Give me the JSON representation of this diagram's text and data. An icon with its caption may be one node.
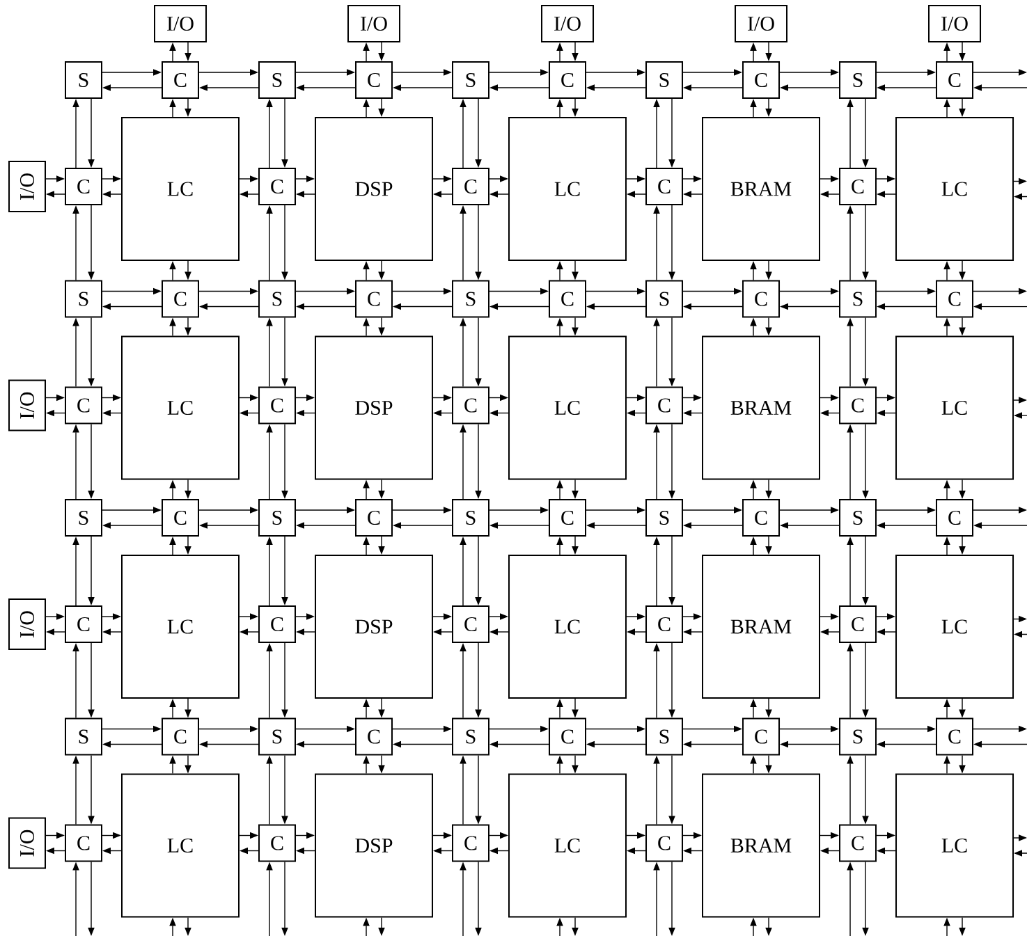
{
  "diagram": {
    "nodes": [
      {
        "text": [
          "I/O"
        ]
      },
      {
        "text": [
          "I/O"
        ]
      },
      {
        "text": [
          "I/O"
        ]
      },
      {
        "text": [
          "I/O"
        ]
      },
      {
        "text": [
          "I/O"
        ]
      },
      {
        "text": [
          "S"
        ]
      },
      {
        "text": [
          "C"
        ]
      },
      {
        "text": [
          "S"
        ]
      },
      {
        "text": [
          "C"
        ]
      },
      {
        "text": [
          "S"
        ]
      },
      {
        "text": [
          "C"
        ]
      },
      {
        "text": [
          "S"
        ]
      },
      {
        "text": [
          "C"
        ]
      },
      {
        "text": [
          "S"
        ]
      },
      {
        "text": [
          "C"
        ]
      },
      {
        "text": [
          "I/O"
        ]
      },
      {
        "text": [
          "C"
        ]
      },
      {
        "text": [
          "LC"
        ]
      },
      {
        "text": [
          "C"
        ]
      },
      {
        "text": [
          "DSP"
        ]
      },
      {
        "text": [
          "C"
        ]
      },
      {
        "text": [
          "LC"
        ]
      },
      {
        "text": [
          "C"
        ]
      },
      {
        "text": [
          "BRAM"
        ]
      },
      {
        "text": [
          "C"
        ]
      },
      {
        "text": [
          "LC"
        ]
      },
      {
        "text": [
          "S"
        ]
      },
      {
        "text": [
          "C"
        ]
      },
      {
        "text": [
          "S"
        ]
      },
      {
        "text": [
          "C"
        ]
      },
      {
        "text": [
          "S"
        ]
      },
      {
        "text": [
          "C"
        ]
      },
      {
        "text": [
          "S"
        ]
      },
      {
        "text": [
          "C"
        ]
      },
      {
        "text": [
          "S"
        ]
      },
      {
        "text": [
          "C"
        ]
      },
      {
        "text": [
          "I/O"
        ]
      },
      {
        "text": [
          "C"
        ]
      },
      {
        "text": [
          "LC"
        ]
      },
      {
        "text": [
          "C"
        ]
      },
      {
        "text": [
          "DSP"
        ]
      },
      {
        "text": [
          "C"
        ]
      },
      {
        "text": [
          "LC"
        ]
      },
      {
        "text": [
          "C"
        ]
      },
      {
        "text": [
          "BRAM"
        ]
      },
      {
        "text": [
          "C"
        ]
      },
      {
        "text": [
          "LC"
        ]
      },
      {
        "text": [
          "S"
        ]
      },
      {
        "text": [
          "C"
        ]
      },
      {
        "text": [
          "S"
        ]
      },
      {
        "text": [
          "C"
        ]
      },
      {
        "text": [
          "S"
        ]
      },
      {
        "text": [
          "C"
        ]
      },
      {
        "text": [
          "S"
        ]
      },
      {
        "text": [
          "C"
        ]
      },
      {
        "text": [
          "S"
        ]
      },
      {
        "text": [
          "C"
        ]
      },
      {
        "text": [
          "I/O"
        ]
      },
      {
        "text": [
          "C"
        ]
      },
      {
        "text": [
          "LC"
        ]
      },
      {
        "text": [
          "C"
        ]
      },
      {
        "text": [
          "DSP"
        ]
      },
      {
        "text": [
          "C"
        ]
      },
      {
        "text": [
          "LC"
        ]
      },
      {
        "text": [
          "C"
        ]
      },
      {
        "text": [
          "BRAM"
        ]
      },
      {
        "text": [
          "C"
        ]
      },
      {
        "text": [
          "LC"
        ]
      },
      {
        "text": [
          "S"
        ]
      },
      {
        "text": [
          "C"
        ]
      },
      {
        "text": [
          "S"
        ]
      },
      {
        "text": [
          "C"
        ]
      },
      {
        "text": [
          "S"
        ]
      },
      {
        "text": [
          "C"
        ]
      },
      {
        "text": [
          "S"
        ]
      },
      {
        "text": [
          "C"
        ]
      },
      {
        "text": [
          "S"
        ]
      },
      {
        "text": [
          "C"
        ]
      },
      {
        "text": [
          "I/O"
        ]
      },
      {
        "text": [
          "C"
        ]
      },
      {
        "text": [
          "LC"
        ]
      },
      {
        "text": [
          "C"
        ]
      },
      {
        "text": [
          "DSP"
        ]
      },
      {
        "text": [
          "C"
        ]
      },
      {
        "text": [
          "LC"
        ]
      },
      {
        "text": [
          "C"
        ]
      },
      {
        "text": [
          "BRAM"
        ]
      },
      {
        "text": [
          "C"
        ]
      },
      {
        "text": [
          "LC"
        ]
      }
    ],
    "edges": [
      {
        "from": 0,
        "to": 6,
        "arrow": "to"
      },
      {
        "from": 6,
        "to": 0,
        "arrow": "to"
      },
      {
        "from": 1,
        "to": 8,
        "arrow": "to"
      },
      {
        "from": 8,
        "to": 1,
        "arrow": "to"
      },
      {
        "from": 2,
        "to": 10,
        "arrow": "to"
      },
      {
        "from": 10,
        "to": 2,
        "arrow": "to"
      },
      {
        "from": 3,
        "to": 12,
        "arrow": "to"
      },
      {
        "from": 12,
        "to": 3,
        "arrow": "to"
      },
      {
        "from": 4,
        "to": 14,
        "arrow": "to"
      },
      {
        "from": 14,
        "to": 4,
        "arrow": "to"
      },
      {
        "from": 5,
        "to": 6,
        "arrow": "to"
      },
      {
        "from": 6,
        "to": 5,
        "arrow": "to"
      },
      {
        "from": 6,
        "to": 7,
        "arrow": "to"
      },
      {
        "from": 7,
        "to": 6,
        "arrow": "to"
      },
      {
        "from": 7,
        "to": 8,
        "arrow": "to"
      },
      {
        "from": 8,
        "to": 7,
        "arrow": "to"
      },
      {
        "from": 8,
        "to": 9,
        "arrow": "to"
      },
      {
        "from": 9,
        "to": 8,
        "arrow": "to"
      },
      {
        "from": 9,
        "to": 10,
        "arrow": "to"
      },
      {
        "from": 10,
        "to": 9,
        "arrow": "to"
      },
      {
        "from": 10,
        "to": 11,
        "arrow": "to"
      },
      {
        "from": 11,
        "to": 10,
        "arrow": "to"
      },
      {
        "from": 11,
        "to": 12,
        "arrow": "to"
      },
      {
        "from": 12,
        "to": 11,
        "arrow": "to"
      },
      {
        "from": 12,
        "to": 13,
        "arrow": "to"
      },
      {
        "from": 13,
        "to": 12,
        "arrow": "to"
      },
      {
        "from": 13,
        "to": 14,
        "arrow": "to"
      },
      {
        "from": 14,
        "to": 13,
        "arrow": "to"
      },
      {
        "from": 14,
        "to": null,
        "arrow": "to"
      },
      {
        "from": null,
        "to": 14,
        "arrow": "to"
      },
      {
        "from": 26,
        "to": 27,
        "arrow": "to"
      },
      {
        "from": 27,
        "to": 26,
        "arrow": "to"
      },
      {
        "from": 27,
        "to": 28,
        "arrow": "to"
      },
      {
        "from": 28,
        "to": 27,
        "arrow": "to"
      },
      {
        "from": 28,
        "to": 29,
        "arrow": "to"
      },
      {
        "from": 29,
        "to": 28,
        "arrow": "to"
      },
      {
        "from": 29,
        "to": 30,
        "arrow": "to"
      },
      {
        "from": 30,
        "to": 29,
        "arrow": "to"
      },
      {
        "from": 30,
        "to": 31,
        "arrow": "to"
      },
      {
        "from": 31,
        "to": 30,
        "arrow": "to"
      },
      {
        "from": 31,
        "to": 32,
        "arrow": "to"
      },
      {
        "from": 32,
        "to": 31,
        "arrow": "to"
      },
      {
        "from": 32,
        "to": 33,
        "arrow": "to"
      },
      {
        "from": 33,
        "to": 32,
        "arrow": "to"
      },
      {
        "from": 33,
        "to": 34,
        "arrow": "to"
      },
      {
        "from": 34,
        "to": 33,
        "arrow": "to"
      },
      {
        "from": 34,
        "to": 35,
        "arrow": "to"
      },
      {
        "from": 35,
        "to": 34,
        "arrow": "to"
      },
      {
        "from": 35,
        "to": null,
        "arrow": "to"
      },
      {
        "from": null,
        "to": 35,
        "arrow": "to"
      },
      {
        "from": 47,
        "to": 48,
        "arrow": "to"
      },
      {
        "from": 48,
        "to": 47,
        "arrow": "to"
      },
      {
        "from": 48,
        "to": 49,
        "arrow": "to"
      },
      {
        "from": 49,
        "to": 48,
        "arrow": "to"
      },
      {
        "from": 49,
        "to": 50,
        "arrow": "to"
      },
      {
        "from": 50,
        "to": 49,
        "arrow": "to"
      },
      {
        "from": 50,
        "to": 51,
        "arrow": "to"
      },
      {
        "from": 51,
        "to": 50,
        "arrow": "to"
      },
      {
        "from": 51,
        "to": 52,
        "arrow": "to"
      },
      {
        "from": 52,
        "to": 51,
        "arrow": "to"
      },
      {
        "from": 52,
        "to": 53,
        "arrow": "to"
      },
      {
        "from": 53,
        "to": 52,
        "arrow": "to"
      },
      {
        "from": 53,
        "to": 54,
        "arrow": "to"
      },
      {
        "from": 54,
        "to": 53,
        "arrow": "to"
      },
      {
        "from": 54,
        "to": 55,
        "arrow": "to"
      },
      {
        "from": 55,
        "to": 54,
        "arrow": "to"
      },
      {
        "from": 55,
        "to": 56,
        "arrow": "to"
      },
      {
        "from": 56,
        "to": 55,
        "arrow": "to"
      },
      {
        "from": 56,
        "to": null,
        "arrow": "to"
      },
      {
        "from": null,
        "to": 56,
        "arrow": "to"
      },
      {
        "from": 68,
        "to": 69,
        "arrow": "to"
      },
      {
        "from": 69,
        "to": 68,
        "arrow": "to"
      },
      {
        "from": 69,
        "to": 70,
        "arrow": "to"
      },
      {
        "from": 70,
        "to": 69,
        "arrow": "to"
      },
      {
        "from": 70,
        "to": 71,
        "arrow": "to"
      },
      {
        "from": 71,
        "to": 70,
        "arrow": "to"
      },
      {
        "from": 71,
        "to": 72,
        "arrow": "to"
      },
      {
        "from": 72,
        "to": 71,
        "arrow": "to"
      },
      {
        "from": 72,
        "to": 73,
        "arrow": "to"
      },
      {
        "from": 73,
        "to": 72,
        "arrow": "to"
      },
      {
        "from": 73,
        "to": 74,
        "arrow": "to"
      },
      {
        "from": 74,
        "to": 73,
        "arrow": "to"
      },
      {
        "from": 74,
        "to": 75,
        "arrow": "to"
      },
      {
        "from": 75,
        "to": 74,
        "arrow": "to"
      },
      {
        "from": 75,
        "to": 76,
        "arrow": "to"
      },
      {
        "from": 76,
        "to": 75,
        "arrow": "to"
      },
      {
        "from": 76,
        "to": 77,
        "arrow": "to"
      },
      {
        "from": 77,
        "to": 76,
        "arrow": "to"
      },
      {
        "from": 77,
        "to": null,
        "arrow": "to"
      },
      {
        "from": null,
        "to": 77,
        "arrow": "to"
      },
      {
        "from": 5,
        "to": 16,
        "arrow": "to"
      },
      {
        "from": 16,
        "to": 5,
        "arrow": "to"
      },
      {
        "from": 16,
        "to": 26,
        "arrow": "to"
      },
      {
        "from": 26,
        "to": 16,
        "arrow": "to"
      },
      {
        "from": 26,
        "to": 37,
        "arrow": "to"
      },
      {
        "from": 37,
        "to": 26,
        "arrow": "to"
      },
      {
        "from": 37,
        "to": 47,
        "arrow": "to"
      },
      {
        "from": 47,
        "to": 37,
        "arrow": "to"
      },
      {
        "from": 47,
        "to": 58,
        "arrow": "to"
      },
      {
        "from": 58,
        "to": 47,
        "arrow": "to"
      },
      {
        "from": 58,
        "to": 68,
        "arrow": "to"
      },
      {
        "from": 68,
        "to": 58,
        "arrow": "to"
      },
      {
        "from": 68,
        "to": 79,
        "arrow": "to"
      },
      {
        "from": 79,
        "to": 68,
        "arrow": "to"
      },
      {
        "from": 79,
        "to": null,
        "arrow": "to"
      },
      {
        "from": null,
        "to": 79,
        "arrow": "to"
      },
      {
        "from": 7,
        "to": 18,
        "arrow": "to"
      },
      {
        "from": 18,
        "to": 7,
        "arrow": "to"
      },
      {
        "from": 18,
        "to": 28,
        "arrow": "to"
      },
      {
        "from": 28,
        "to": 18,
        "arrow": "to"
      },
      {
        "from": 28,
        "to": 39,
        "arrow": "to"
      },
      {
        "from": 39,
        "to": 28,
        "arrow": "to"
      },
      {
        "from": 39,
        "to": 49,
        "arrow": "to"
      },
      {
        "from": 49,
        "to": 39,
        "arrow": "to"
      },
      {
        "from": 49,
        "to": 60,
        "arrow": "to"
      },
      {
        "from": 60,
        "to": 49,
        "arrow": "to"
      },
      {
        "from": 60,
        "to": 70,
        "arrow": "to"
      },
      {
        "from": 70,
        "to": 60,
        "arrow": "to"
      },
      {
        "from": 70,
        "to": 81,
        "arrow": "to"
      },
      {
        "from": 81,
        "to": 70,
        "arrow": "to"
      },
      {
        "from": 81,
        "to": null,
        "arrow": "to"
      },
      {
        "from": null,
        "to": 81,
        "arrow": "to"
      },
      {
        "from": 9,
        "to": 20,
        "arrow": "to"
      },
      {
        "from": 20,
        "to": 9,
        "arrow": "to"
      },
      {
        "from": 20,
        "to": 30,
        "arrow": "to"
      },
      {
        "from": 30,
        "to": 20,
        "arrow": "to"
      },
      {
        "from": 30,
        "to": 41,
        "arrow": "to"
      },
      {
        "from": 41,
        "to": 30,
        "arrow": "to"
      },
      {
        "from": 41,
        "to": 51,
        "arrow": "to"
      },
      {
        "from": 51,
        "to": 41,
        "arrow": "to"
      },
      {
        "from": 51,
        "to": 62,
        "arrow": "to"
      },
      {
        "from": 62,
        "to": 51,
        "arrow": "to"
      },
      {
        "from": 62,
        "to": 72,
        "arrow": "to"
      },
      {
        "from": 72,
        "to": 62,
        "arrow": "to"
      },
      {
        "from": 72,
        "to": 83,
        "arrow": "to"
      },
      {
        "from": 83,
        "to": 72,
        "arrow": "to"
      },
      {
        "from": 83,
        "to": null,
        "arrow": "to"
      },
      {
        "from": null,
        "to": 83,
        "arrow": "to"
      },
      {
        "from": 11,
        "to": 22,
        "arrow": "to"
      },
      {
        "from": 22,
        "to": 11,
        "arrow": "to"
      },
      {
        "from": 22,
        "to": 32,
        "arrow": "to"
      },
      {
        "from": 32,
        "to": 22,
        "arrow": "to"
      },
      {
        "from": 32,
        "to": 43,
        "arrow": "to"
      },
      {
        "from": 43,
        "to": 32,
        "arrow": "to"
      },
      {
        "from": 43,
        "to": 53,
        "arrow": "to"
      },
      {
        "from": 53,
        "to": 43,
        "arrow": "to"
      },
      {
        "from": 53,
        "to": 64,
        "arrow": "to"
      },
      {
        "from": 64,
        "to": 53,
        "arrow": "to"
      },
      {
        "from": 64,
        "to": 74,
        "arrow": "to"
      },
      {
        "from": 74,
        "to": 64,
        "arrow": "to"
      },
      {
        "from": 74,
        "to": 85,
        "arrow": "to"
      },
      {
        "from": 85,
        "to": 74,
        "arrow": "to"
      },
      {
        "from": 85,
        "to": null,
        "arrow": "to"
      },
      {
        "from": null,
        "to": 85,
        "arrow": "to"
      },
      {
        "from": 13,
        "to": 24,
        "arrow": "to"
      },
      {
        "from": 24,
        "to": 13,
        "arrow": "to"
      },
      {
        "from": 24,
        "to": 34,
        "arrow": "to"
      },
      {
        "from": 34,
        "to": 24,
        "arrow": "to"
      },
      {
        "from": 34,
        "to": 45,
        "arrow": "to"
      },
      {
        "from": 45,
        "to": 34,
        "arrow": "to"
      },
      {
        "from": 45,
        "to": 55,
        "arrow": "to"
      },
      {
        "from": 55,
        "to": 45,
        "arrow": "to"
      },
      {
        "from": 55,
        "to": 66,
        "arrow": "to"
      },
      {
        "from": 66,
        "to": 55,
        "arrow": "to"
      },
      {
        "from": 66,
        "to": 76,
        "arrow": "to"
      },
      {
        "from": 76,
        "to": 66,
        "arrow": "to"
      },
      {
        "from": 76,
        "to": 87,
        "arrow": "to"
      },
      {
        "from": 87,
        "to": 76,
        "arrow": "to"
      },
      {
        "from": 87,
        "to": null,
        "arrow": "to"
      },
      {
        "from": null,
        "to": 87,
        "arrow": "to"
      },
      {
        "from": 6,
        "to": 17,
        "arrow": "to"
      },
      {
        "from": 17,
        "to": 6,
        "arrow": "to"
      },
      {
        "from": 17,
        "to": 27,
        "arrow": "to"
      },
      {
        "from": 27,
        "to": 17,
        "arrow": "to"
      },
      {
        "from": 27,
        "to": 38,
        "arrow": "to"
      },
      {
        "from": 38,
        "to": 27,
        "arrow": "to"
      },
      {
        "from": 38,
        "to": 48,
        "arrow": "to"
      },
      {
        "from": 48,
        "to": 38,
        "arrow": "to"
      },
      {
        "from": 48,
        "to": 59,
        "arrow": "to"
      },
      {
        "from": 59,
        "to": 48,
        "arrow": "to"
      },
      {
        "from": 59,
        "to": 69,
        "arrow": "to"
      },
      {
        "from": 69,
        "to": 59,
        "arrow": "to"
      },
      {
        "from": 69,
        "to": 80,
        "arrow": "to"
      },
      {
        "from": 80,
        "to": 69,
        "arrow": "to"
      },
      {
        "from": 80,
        "to": null,
        "arrow": "to"
      },
      {
        "from": null,
        "to": 80,
        "arrow": "to"
      },
      {
        "from": 8,
        "to": 19,
        "arrow": "to"
      },
      {
        "from": 19,
        "to": 8,
        "arrow": "to"
      },
      {
        "from": 19,
        "to": 29,
        "arrow": "to"
      },
      {
        "from": 29,
        "to": 19,
        "arrow": "to"
      },
      {
        "from": 29,
        "to": 40,
        "arrow": "to"
      },
      {
        "from": 40,
        "to": 29,
        "arrow": "to"
      },
      {
        "from": 40,
        "to": 50,
        "arrow": "to"
      },
      {
        "from": 50,
        "to": 40,
        "arrow": "to"
      },
      {
        "from": 50,
        "to": 61,
        "arrow": "to"
      },
      {
        "from": 61,
        "to": 50,
        "arrow": "to"
      },
      {
        "from": 61,
        "to": 71,
        "arrow": "to"
      },
      {
        "from": 71,
        "to": 61,
        "arrow": "to"
      },
      {
        "from": 71,
        "to": 82,
        "arrow": "to"
      },
      {
        "from": 82,
        "to": 71,
        "arrow": "to"
      },
      {
        "from": 82,
        "to": null,
        "arrow": "to"
      },
      {
        "from": null,
        "to": 82,
        "arrow": "to"
      },
      {
        "from": 10,
        "to": 21,
        "arrow": "to"
      },
      {
        "from": 21,
        "to": 10,
        "arrow": "to"
      },
      {
        "from": 21,
        "to": 31,
        "arrow": "to"
      },
      {
        "from": 31,
        "to": 21,
        "arrow": "to"
      },
      {
        "from": 31,
        "to": 42,
        "arrow": "to"
      },
      {
        "from": 42,
        "to": 31,
        "arrow": "to"
      },
      {
        "from": 42,
        "to": 52,
        "arrow": "to"
      },
      {
        "from": 52,
        "to": 42,
        "arrow": "to"
      },
      {
        "from": 52,
        "to": 63,
        "arrow": "to"
      },
      {
        "from": 63,
        "to": 52,
        "arrow": "to"
      },
      {
        "from": 63,
        "to": 73,
        "arrow": "to"
      },
      {
        "from": 73,
        "to": 63,
        "arrow": "to"
      },
      {
        "from": 73,
        "to": 84,
        "arrow": "to"
      },
      {
        "from": 84,
        "to": 73,
        "arrow": "to"
      },
      {
        "from": 84,
        "to": null,
        "arrow": "to"
      },
      {
        "from": null,
        "to": 84,
        "arrow": "to"
      },
      {
        "from": 12,
        "to": 23,
        "arrow": "to"
      },
      {
        "from": 23,
        "to": 12,
        "arrow": "to"
      },
      {
        "from": 23,
        "to": 33,
        "arrow": "to"
      },
      {
        "from": 33,
        "to": 23,
        "arrow": "to"
      },
      {
        "from": 33,
        "to": 44,
        "arrow": "to"
      },
      {
        "from": 44,
        "to": 33,
        "arrow": "to"
      },
      {
        "from": 44,
        "to": 54,
        "arrow": "to"
      },
      {
        "from": 54,
        "to": 44,
        "arrow": "to"
      },
      {
        "from": 54,
        "to": 65,
        "arrow": "to"
      },
      {
        "from": 65,
        "to": 54,
        "arrow": "to"
      },
      {
        "from": 65,
        "to": 75,
        "arrow": "to"
      },
      {
        "from": 75,
        "to": 65,
        "arrow": "to"
      },
      {
        "from": 75,
        "to": 86,
        "arrow": "to"
      },
      {
        "from": 86,
        "to": 75,
        "arrow": "to"
      },
      {
        "from": 86,
        "to": null,
        "arrow": "to"
      },
      {
        "from": null,
        "to": 86,
        "arrow": "to"
      },
      {
        "from": 14,
        "to": 25,
        "arrow": "to"
      },
      {
        "from": 25,
        "to": 14,
        "arrow": "to"
      },
      {
        "from": 25,
        "to": 35,
        "arrow": "to"
      },
      {
        "from": 35,
        "to": 25,
        "arrow": "to"
      },
      {
        "from": 35,
        "to": 46,
        "arrow": "to"
      },
      {
        "from": 46,
        "to": 35,
        "arrow": "to"
      },
      {
        "from": 46,
        "to": 56,
        "arrow": "to"
      },
      {
        "from": 56,
        "to": 46,
        "arrow": "to"
      },
      {
        "from": 56,
        "to": 67,
        "arrow": "to"
      },
      {
        "from": 67,
        "to": 56,
        "arrow": "to"
      },
      {
        "from": 67,
        "to": 77,
        "arrow": "to"
      },
      {
        "from": 77,
        "to": 67,
        "arrow": "to"
      },
      {
        "from": 77,
        "to": 88,
        "arrow": "to"
      },
      {
        "from": 88,
        "to": 77,
        "arrow": "to"
      },
      {
        "from": 88,
        "to": null,
        "arrow": "to"
      },
      {
        "from": null,
        "to": 88,
        "arrow": "to"
      },
      {
        "from": 15,
        "to": 16,
        "arrow": "to"
      },
      {
        "from": 16,
        "to": 15,
        "arrow": "to"
      },
      {
        "from": 16,
        "to": 17,
        "arrow": "to"
      },
      {
        "from": 17,
        "to": 16,
        "arrow": "to"
      },
      {
        "from": 17,
        "to": 18,
        "arrow": "to"
      },
      {
        "from": 18,
        "to": 17,
        "arrow": "to"
      },
      {
        "from": 18,
        "to": 19,
        "arrow": "to"
      },
      {
        "from": 19,
        "to": 18,
        "arrow": "to"
      },
      {
        "from": 19,
        "to": 20,
        "arrow": "to"
      },
      {
        "from": 20,
        "to": 19,
        "arrow": "to"
      },
      {
        "from": 20,
        "to": 21,
        "arrow": "to"
      },
      {
        "from": 21,
        "to": 20,
        "arrow": "to"
      },
      {
        "from": 21,
        "to": 22,
        "arrow": "to"
      },
      {
        "from": 22,
        "to": 21,
        "arrow": "to"
      },
      {
        "from": 22,
        "to": 23,
        "arrow": "to"
      },
      {
        "from": 23,
        "to": 22,
        "arrow": "to"
      },
      {
        "from": 23,
        "to": 24,
        "arrow": "to"
      },
      {
        "from": 24,
        "to": 23,
        "arrow": "to"
      },
      {
        "from": 24,
        "to": 25,
        "arrow": "to"
      },
      {
        "from": 25,
        "to": 24,
        "arrow": "to"
      },
      {
        "from": 25,
        "to": null,
        "arrow": "to"
      },
      {
        "from": null,
        "to": 25,
        "arrow": "to"
      },
      {
        "from": 36,
        "to": 37,
        "arrow": "to"
      },
      {
        "from": 37,
        "to": 36,
        "arrow": "to"
      },
      {
        "from": 37,
        "to": 38,
        "arrow": "to"
      },
      {
        "from": 38,
        "to": 37,
        "arrow": "to"
      },
      {
        "from": 38,
        "to": 39,
        "arrow": "to"
      },
      {
        "from": 39,
        "to": 38,
        "arrow": "to"
      },
      {
        "from": 39,
        "to": 40,
        "arrow": "to"
      },
      {
        "from": 40,
        "to": 39,
        "arrow": "to"
      },
      {
        "from": 40,
        "to": 41,
        "arrow": "to"
      },
      {
        "from": 41,
        "to": 40,
        "arrow": "to"
      },
      {
        "from": 41,
        "to": 42,
        "arrow": "to"
      },
      {
        "from": 42,
        "to": 41,
        "arrow": "to"
      },
      {
        "from": 42,
        "to": 43,
        "arrow": "to"
      },
      {
        "from": 43,
        "to": 42,
        "arrow": "to"
      },
      {
        "from": 43,
        "to": 44,
        "arrow": "to"
      },
      {
        "from": 44,
        "to": 43,
        "arrow": "to"
      },
      {
        "from": 44,
        "to": 45,
        "arrow": "to"
      },
      {
        "from": 45,
        "to": 44,
        "arrow": "to"
      },
      {
        "from": 45,
        "to": 46,
        "arrow": "to"
      },
      {
        "from": 46,
        "to": 45,
        "arrow": "to"
      },
      {
        "from": 46,
        "to": null,
        "arrow": "to"
      },
      {
        "from": null,
        "to": 46,
        "arrow": "to"
      },
      {
        "from": 57,
        "to": 58,
        "arrow": "to"
      },
      {
        "from": 58,
        "to": 57,
        "arrow": "to"
      },
      {
        "from": 58,
        "to": 59,
        "arrow": "to"
      },
      {
        "from": 59,
        "to": 58,
        "arrow": "to"
      },
      {
        "from": 59,
        "to": 60,
        "arrow": "to"
      },
      {
        "from": 60,
        "to": 59,
        "arrow": "to"
      },
      {
        "from": 60,
        "to": 61,
        "arrow": "to"
      },
      {
        "from": 61,
        "to": 60,
        "arrow": "to"
      },
      {
        "from": 61,
        "to": 62,
        "arrow": "to"
      },
      {
        "from": 62,
        "to": 61,
        "arrow": "to"
      },
      {
        "from": 62,
        "to": 63,
        "arrow": "to"
      },
      {
        "from": 63,
        "to": 62,
        "arrow": "to"
      },
      {
        "from": 63,
        "to": 64,
        "arrow": "to"
      },
      {
        "from": 64,
        "to": 63,
        "arrow": "to"
      },
      {
        "from": 64,
        "to": 65,
        "arrow": "to"
      },
      {
        "from": 65,
        "to": 64,
        "arrow": "to"
      },
      {
        "from": 65,
        "to": 66,
        "arrow": "to"
      },
      {
        "from": 66,
        "to": 65,
        "arrow": "to"
      },
      {
        "from": 66,
        "to": 67,
        "arrow": "to"
      },
      {
        "from": 67,
        "to": 66,
        "arrow": "to"
      },
      {
        "from": 67,
        "to": null,
        "arrow": "to"
      },
      {
        "from": null,
        "to": 67,
        "arrow": "to"
      },
      {
        "from": 78,
        "to": 79,
        "arrow": "to"
      },
      {
        "from": 79,
        "to": 78,
        "arrow": "to"
      },
      {
        "from": 79,
        "to": 80,
        "arrow": "to"
      },
      {
        "from": 80,
        "to": 79,
        "arrow": "to"
      },
      {
        "from": 80,
        "to": 81,
        "arrow": "to"
      },
      {
        "from": 81,
        "to": 80,
        "arrow": "to"
      },
      {
        "from": 81,
        "to": 82,
        "arrow": "to"
      },
      {
        "from": 82,
        "to": 81,
        "arrow": "to"
      },
      {
        "from": 82,
        "to": 83,
        "arrow": "to"
      },
      {
        "from": 83,
        "to": 82,
        "arrow": "to"
      },
      {
        "from": 83,
        "to": 84,
        "arrow": "to"
      },
      {
        "from": 84,
        "to": 83,
        "arrow": "to"
      },
      {
        "from": 84,
        "to": 85,
        "arrow": "to"
      },
      {
        "from": 85,
        "to": 84,
        "arrow": "to"
      },
      {
        "from": 85,
        "to": 86,
        "arrow": "to"
      },
      {
        "from": 86,
        "to": 85,
        "arrow": "to"
      },
      {
        "from": 86,
        "to": 87,
        "arrow": "to"
      },
      {
        "from": 87,
        "to": 86,
        "arrow": "to"
      },
      {
        "from": 87,
        "to": 88,
        "arrow": "to"
      },
      {
        "from": 88,
        "to": 87,
        "arrow": "to"
      },
      {
        "from": 88,
        "to": null,
        "arrow": "to"
      },
      {
        "from": null,
        "to": 88,
        "arrow": "to"
      }
    ]
  }
}
